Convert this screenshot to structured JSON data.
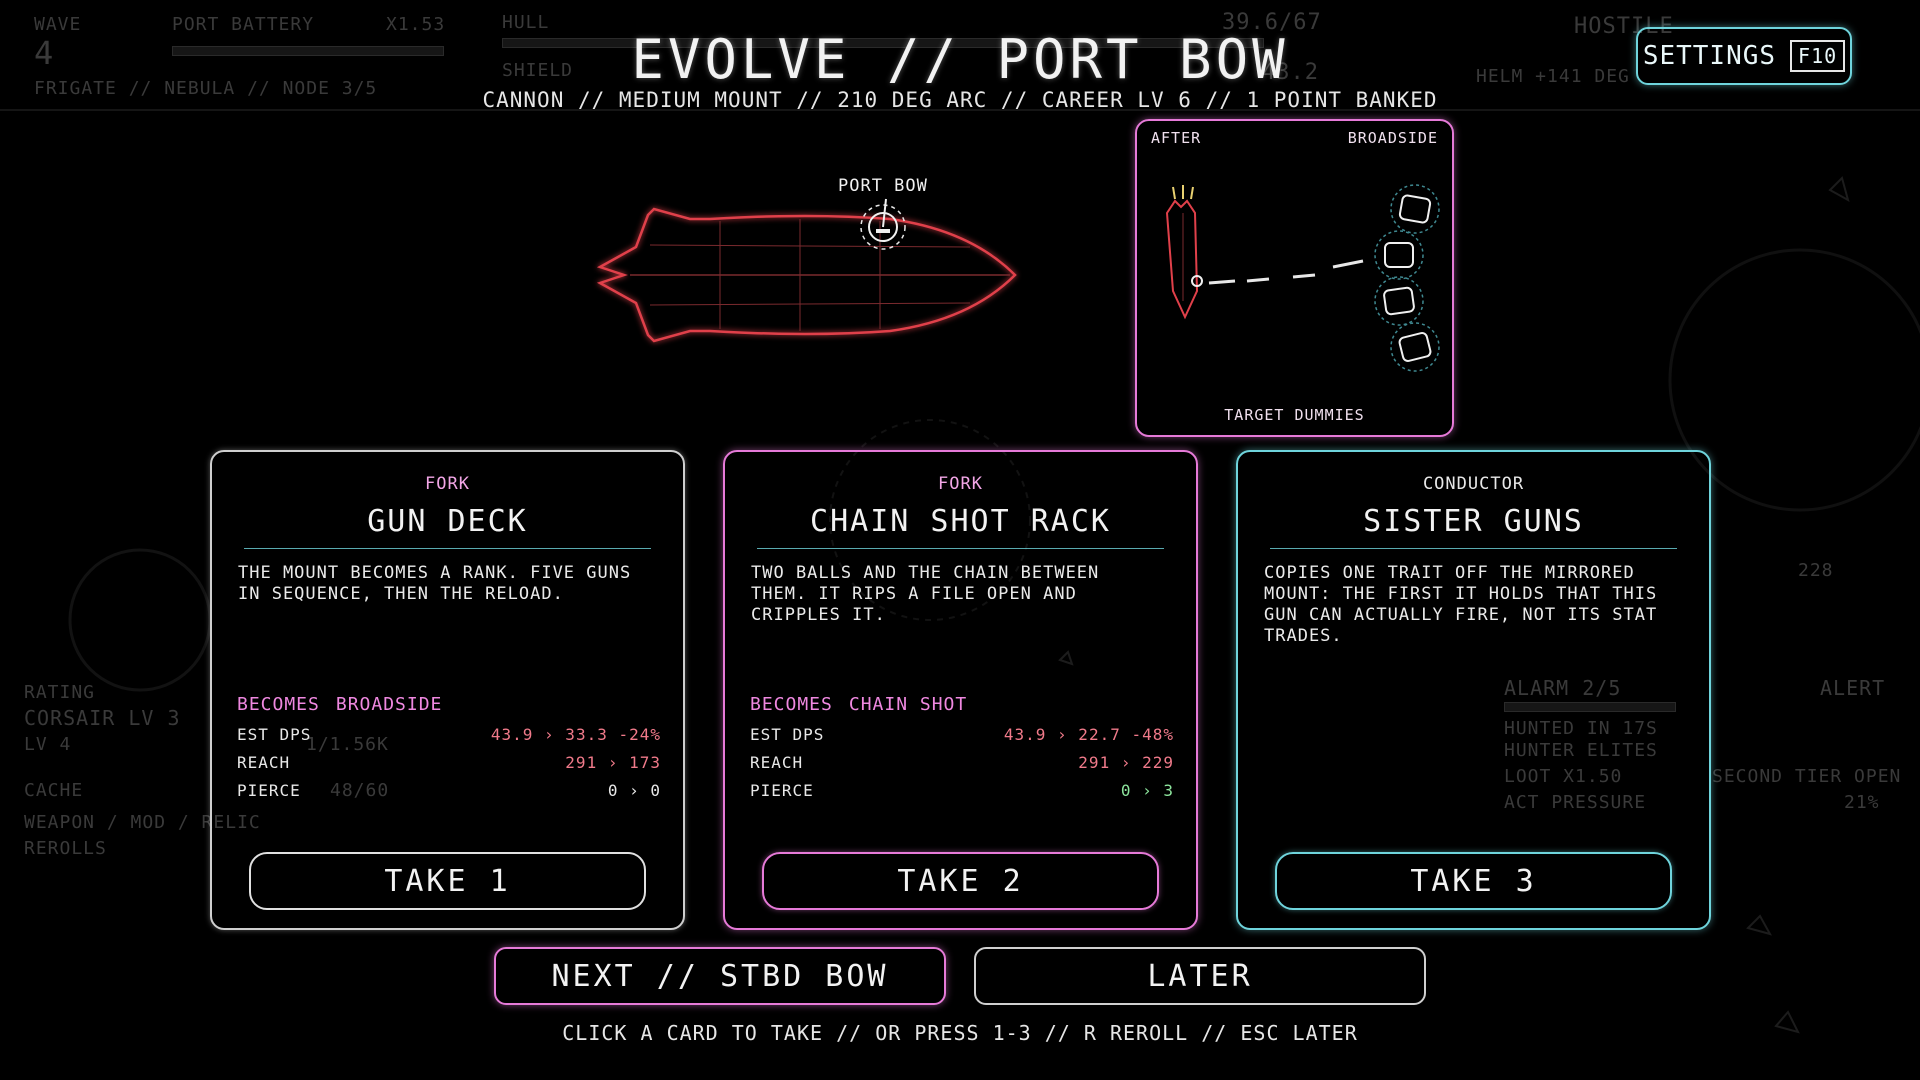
{
  "background_hud": {
    "wave_label": "WAVE",
    "wave_value": "4",
    "port_battery": "PORT BATTERY",
    "multiplier": "X1.53",
    "hull": "HULL",
    "shield": "SHIELD",
    "hull_value": "39.6/67",
    "shield_value": "43.2",
    "location": "FRIGATE // NEBULA // NODE 3/5",
    "hostile": "HOSTILE",
    "helm": "HELM +141 DEG",
    "rating_label": "RATING",
    "rating_value": "CORSAIR LV 3",
    "lv": "LV 4",
    "lv_progress": "1/1.56K",
    "cache": "CACHE",
    "cache_value": "48/60",
    "weapon_mod": "WEAPON / MOD / RELIC",
    "rerolls": "REROLLS",
    "alarm": "ALARM 2/5",
    "alert": "ALERT",
    "hunted": "HUNTED IN 17S",
    "hunter_elites": "HUNTER ELITES",
    "loot": "LOOT X1.50",
    "second_tier": "SECOND TIER OPEN",
    "act_pressure": "ACT PRESSURE",
    "act_pressure_value": "21%",
    "speed": "228"
  },
  "header": {
    "title": "EVOLVE  //  PORT BOW",
    "subtitle": "CANNON  //  MEDIUM MOUNT  //  210 DEG ARC  //  CAREER LV 6  //  1 POINT BANKED"
  },
  "settings": {
    "label": "SETTINGS",
    "key": "F10"
  },
  "ship": {
    "mount_label": "PORT BOW"
  },
  "preview": {
    "left_label": "AFTER",
    "right_label": "BROADSIDE",
    "footer": "TARGET DUMMIES"
  },
  "cards": [
    {
      "kind": "FORK",
      "name": "GUN DECK",
      "desc": "THE MOUNT BECOMES A RANK. FIVE GUNS\nIN SEQUENCE, THEN THE RELOAD.",
      "becomes_label": "BECOMES",
      "becomes_value": "BROADSIDE",
      "stats": [
        {
          "label": "EST DPS",
          "value": "43.9 › 33.3  -24%"
        },
        {
          "label": "REACH",
          "value": "291 › 173"
        },
        {
          "label": "PIERCE",
          "value": "0 › 0"
        }
      ],
      "take": "TAKE 1"
    },
    {
      "kind": "FORK",
      "name": "CHAIN SHOT RACK",
      "desc": "TWO BALLS AND THE CHAIN BETWEEN\nTHEM. IT RIPS A FILE OPEN AND\nCRIPPLES IT.",
      "becomes_label": "BECOMES",
      "becomes_value": "CHAIN SHOT",
      "stats": [
        {
          "label": "EST DPS",
          "value": "43.9 › 22.7  -48%"
        },
        {
          "label": "REACH",
          "value": "291 › 229"
        },
        {
          "label": "PIERCE",
          "value": "0 › 3"
        }
      ],
      "take": "TAKE 2"
    },
    {
      "kind": "CONDUCTOR",
      "name": "SISTER GUNS",
      "desc": "COPIES ONE TRAIT OFF THE MIRRORED\nMOUNT: THE FIRST IT HOLDS THAT THIS\nGUN CAN ACTUALLY FIRE, NOT ITS STAT\nTRADES.",
      "take": "TAKE 3"
    }
  ],
  "buttons": {
    "next": "NEXT  //  STBD BOW",
    "later": "LATER"
  },
  "hint": "CLICK A CARD TO TAKE  //  OR PRESS 1-3  //  R REROLL  //  ESC LATER",
  "colors": {
    "pink": "#e67ad8",
    "cyan": "#6fd4dc",
    "red": "#f07a8a",
    "green": "#8de59d"
  }
}
